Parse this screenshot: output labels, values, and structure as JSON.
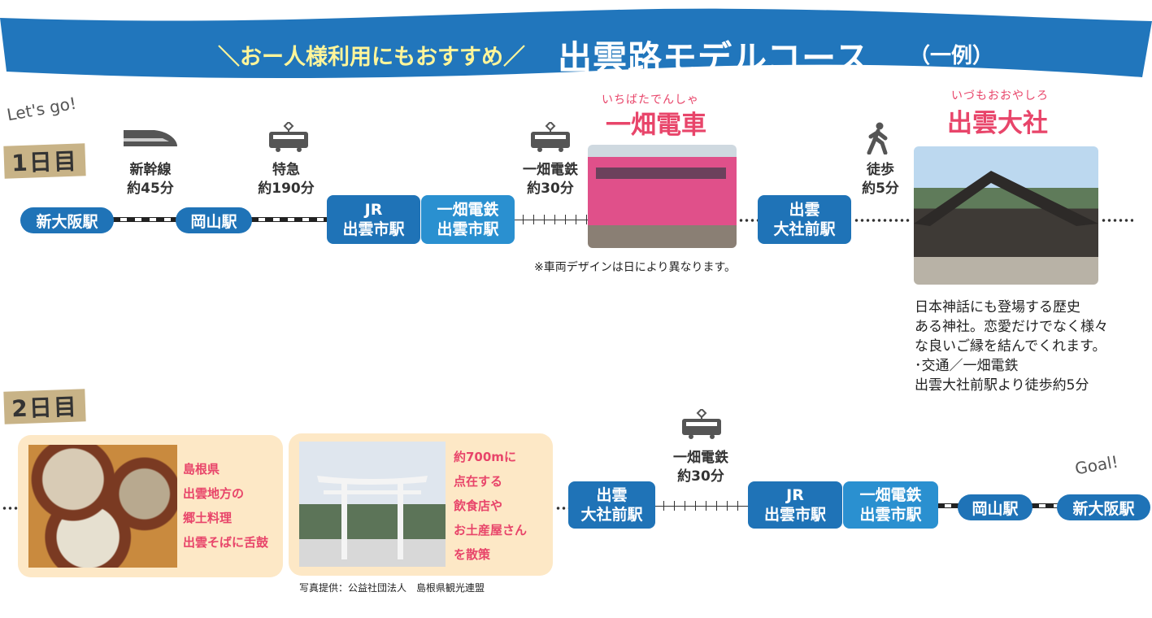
{
  "header": {
    "subtitle": "＼おー人様利用にもおすすめ／",
    "title": "出雲路モデルコース",
    "note": "（一例）"
  },
  "colors": {
    "banner": "#2176bc",
    "station": "#1f73b7",
    "station_light": "#2a90d0",
    "accent_pink": "#e8456a",
    "day_label": "#c8b387",
    "cream": "#fde8c6"
  },
  "day1": {
    "lets_go": "Let's go!",
    "label": "1日目",
    "legs": [
      {
        "icon": "shinkansen-icon",
        "line": "新幹線",
        "time": "約45分"
      },
      {
        "icon": "train-icon",
        "line": "特急",
        "time": "約190分"
      },
      {
        "icon": "train-icon",
        "line": "一畑電鉄",
        "time": "約30分"
      },
      {
        "icon": "walking-icon",
        "line": "徒歩",
        "time": "約5分"
      }
    ],
    "stations": [
      "新大阪駅",
      "岡山駅"
    ],
    "jr_izumoshi": {
      "line1": "JR",
      "line2": "出雲市駅"
    },
    "ichibata_izumoshi": {
      "line1": "一畑電鉄",
      "line2": "出雲市駅"
    },
    "taisha_mae": {
      "line1": "出雲",
      "line2": "大社前駅"
    },
    "train": {
      "ruby": "いちばたでんしゃ",
      "name": "一畑電車",
      "caption": "※車両デザインは日により異なります。"
    },
    "shrine": {
      "ruby": "いづもおおやしろ",
      "name": "出雲大社",
      "desc": [
        "日本神話にも登場する歴史",
        "ある神社。恋愛だけでなく様々",
        "な良いご縁を結んでくれます。",
        "･交通／一畑電鉄",
        "出雲大社前駅より徒歩約5分"
      ]
    }
  },
  "day2": {
    "label": "2日目",
    "soba": [
      "島根県",
      "出雲地方の",
      "郷土料理",
      "出雲そばに舌鼓"
    ],
    "street": [
      "約700mに",
      "点在する",
      "飲食店や",
      "お土産屋さん",
      "を散策"
    ],
    "credit": "写真提供：公益社団法人　島根県観光連盟",
    "leg": {
      "icon": "train-icon",
      "line": "一畑電鉄",
      "time": "約30分"
    },
    "taisha_mae": {
      "line1": "出雲",
      "line2": "大社前駅"
    },
    "jr_izumoshi": {
      "line1": "JR",
      "line2": "出雲市駅"
    },
    "ichibata_izumoshi": {
      "line1": "一畑電鉄",
      "line2": "出雲市駅"
    },
    "stations": [
      "岡山駅",
      "新大阪駅"
    ],
    "goal": "Goal!"
  }
}
